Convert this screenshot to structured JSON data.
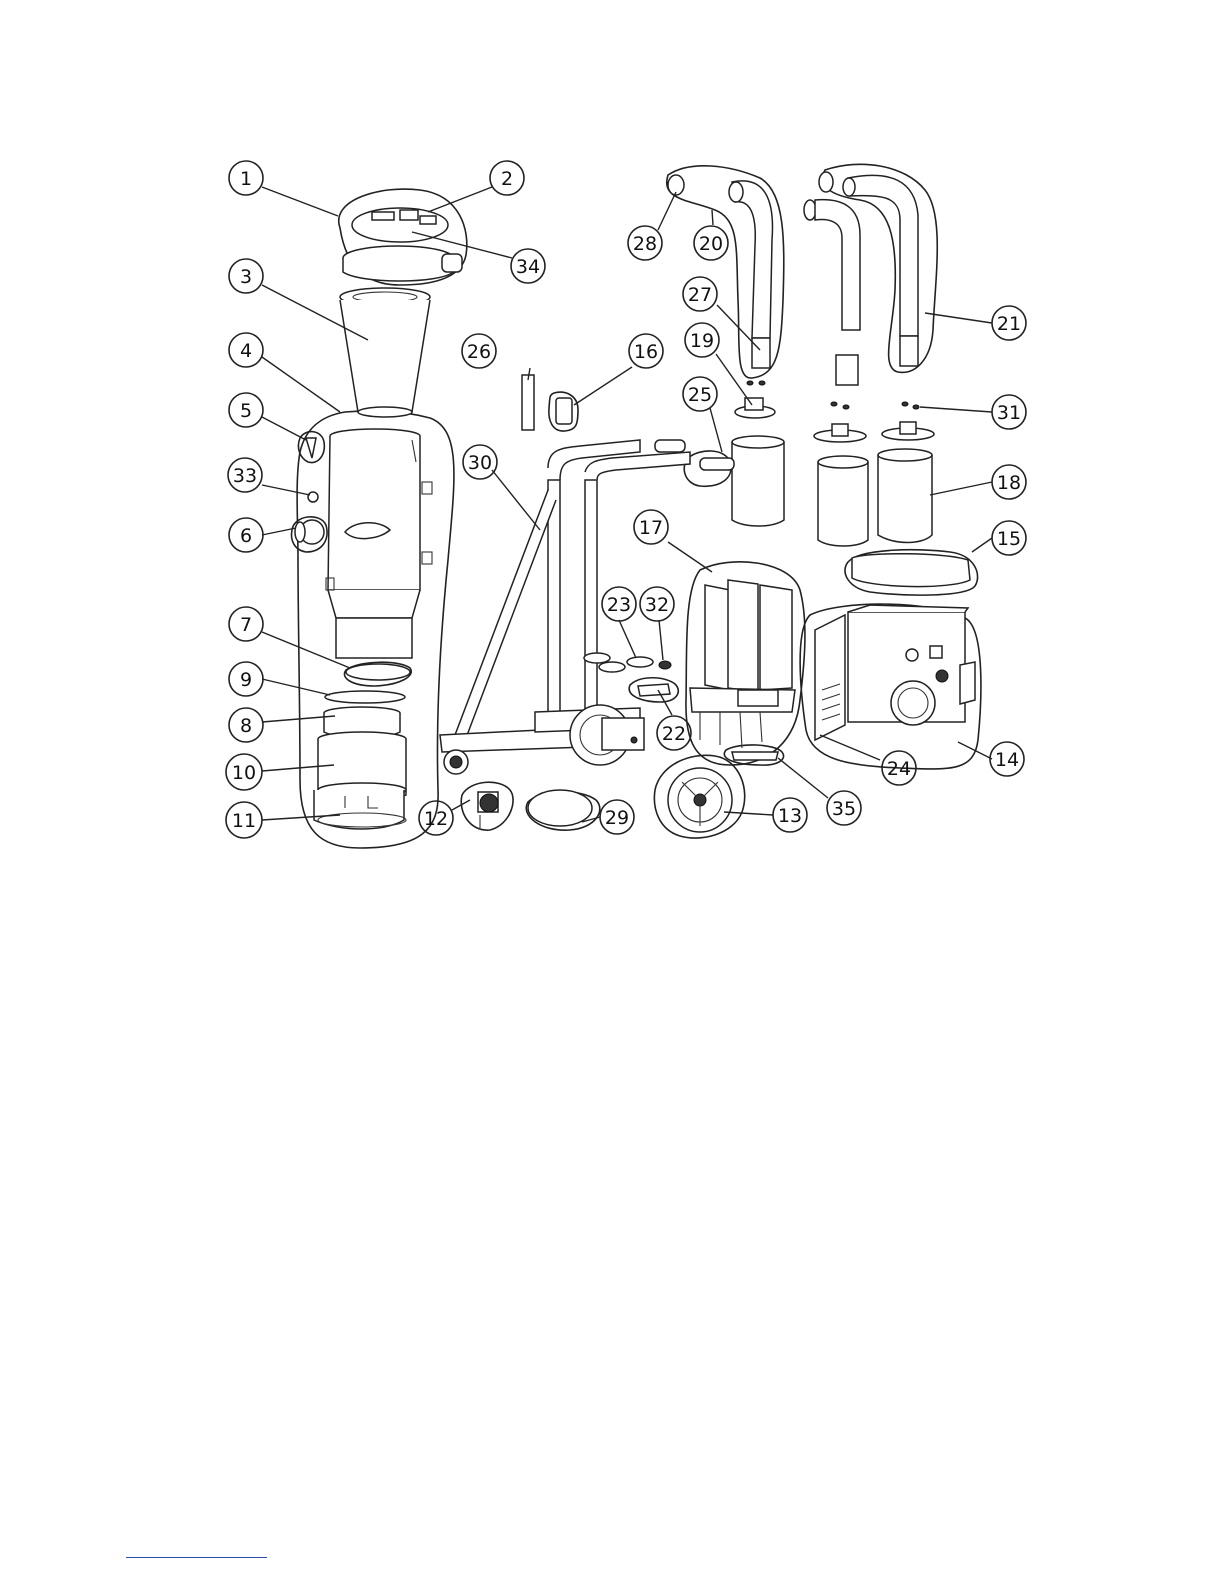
{
  "diagram": {
    "callouts": [
      {
        "label": "1"
      },
      {
        "label": "2"
      },
      {
        "label": "3"
      },
      {
        "label": "4"
      },
      {
        "label": "5"
      },
      {
        "label": "33"
      },
      {
        "label": "6"
      },
      {
        "label": "7"
      },
      {
        "label": "9"
      },
      {
        "label": "8"
      },
      {
        "label": "10"
      },
      {
        "label": "11"
      },
      {
        "label": "34"
      },
      {
        "label": "26"
      },
      {
        "label": "16"
      },
      {
        "label": "30"
      },
      {
        "label": "28"
      },
      {
        "label": "20"
      },
      {
        "label": "27"
      },
      {
        "label": "19"
      },
      {
        "label": "25"
      },
      {
        "label": "17"
      },
      {
        "label": "23"
      },
      {
        "label": "32"
      },
      {
        "label": "22"
      },
      {
        "label": "12"
      },
      {
        "label": "29"
      },
      {
        "label": "13"
      },
      {
        "label": "35"
      },
      {
        "label": "24"
      },
      {
        "label": "14"
      },
      {
        "label": "21"
      },
      {
        "label": "31"
      },
      {
        "label": "18"
      },
      {
        "label": "15"
      }
    ]
  }
}
